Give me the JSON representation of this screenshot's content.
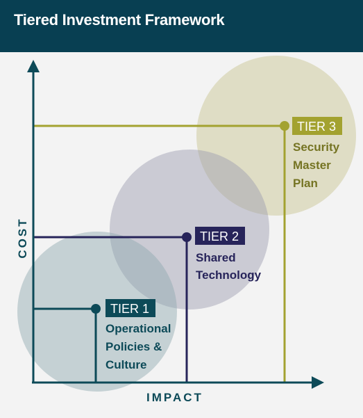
{
  "header": {
    "title": "Tiered Investment Framework"
  },
  "axes": {
    "y_label": "COST",
    "x_label": "IMPACT"
  },
  "colors": {
    "header_bg": "#083f52",
    "tier1": "#0d4a58",
    "tier2": "#27245a",
    "tier3": "#a3a230",
    "tier3_text": "#757423"
  },
  "tiers": [
    {
      "badge": "TIER 1",
      "lines": [
        "Operational",
        "Policies &",
        "Culture"
      ]
    },
    {
      "badge": "TIER 2",
      "lines": [
        "Shared",
        "Technology"
      ]
    },
    {
      "badge": "TIER 3",
      "lines": [
        "Security",
        "Master",
        "Plan"
      ]
    }
  ]
}
